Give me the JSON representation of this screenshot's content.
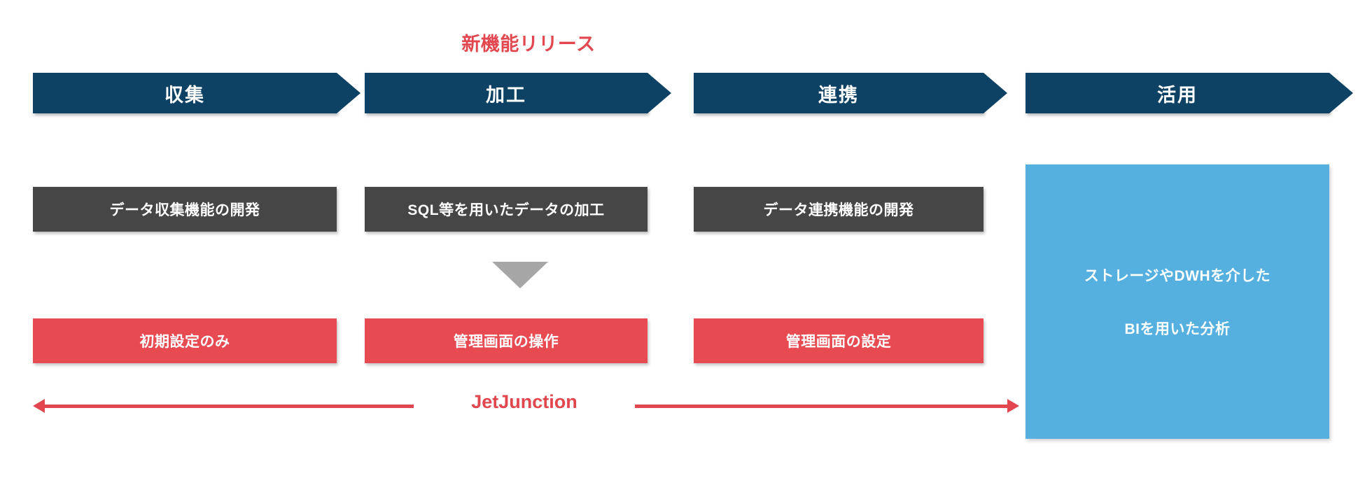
{
  "diagram": {
    "release_callout": "新機能リリース",
    "scope_label": "JetJunction",
    "stages": [
      {
        "title": "収集",
        "task": "データ収集機能の開発",
        "action": "初期設定のみ"
      },
      {
        "title": "加工",
        "task": "SQL等を用いたデータの加工",
        "action": "管理画面の操作"
      },
      {
        "title": "連携",
        "task": "データ連携機能の開発",
        "action": "管理画面の設定"
      },
      {
        "title": "活用",
        "panel_lines": [
          "ストレージやDWHを介した",
          "BIを用いた分析"
        ]
      }
    ],
    "panel": {
      "line1": "ストレージやDWHを介した",
      "line2": "BIを用いた分析"
    },
    "colors": {
      "stage_header": "#0E4264",
      "task_box": "#464646",
      "action_box": "#E84A52",
      "panel": "#55B0E0",
      "accent_red": "#E2474F",
      "triangle_gray": "#A6A6A6",
      "text_on_dark": "#FFFFFF",
      "background": "#FFFFFF"
    }
  }
}
